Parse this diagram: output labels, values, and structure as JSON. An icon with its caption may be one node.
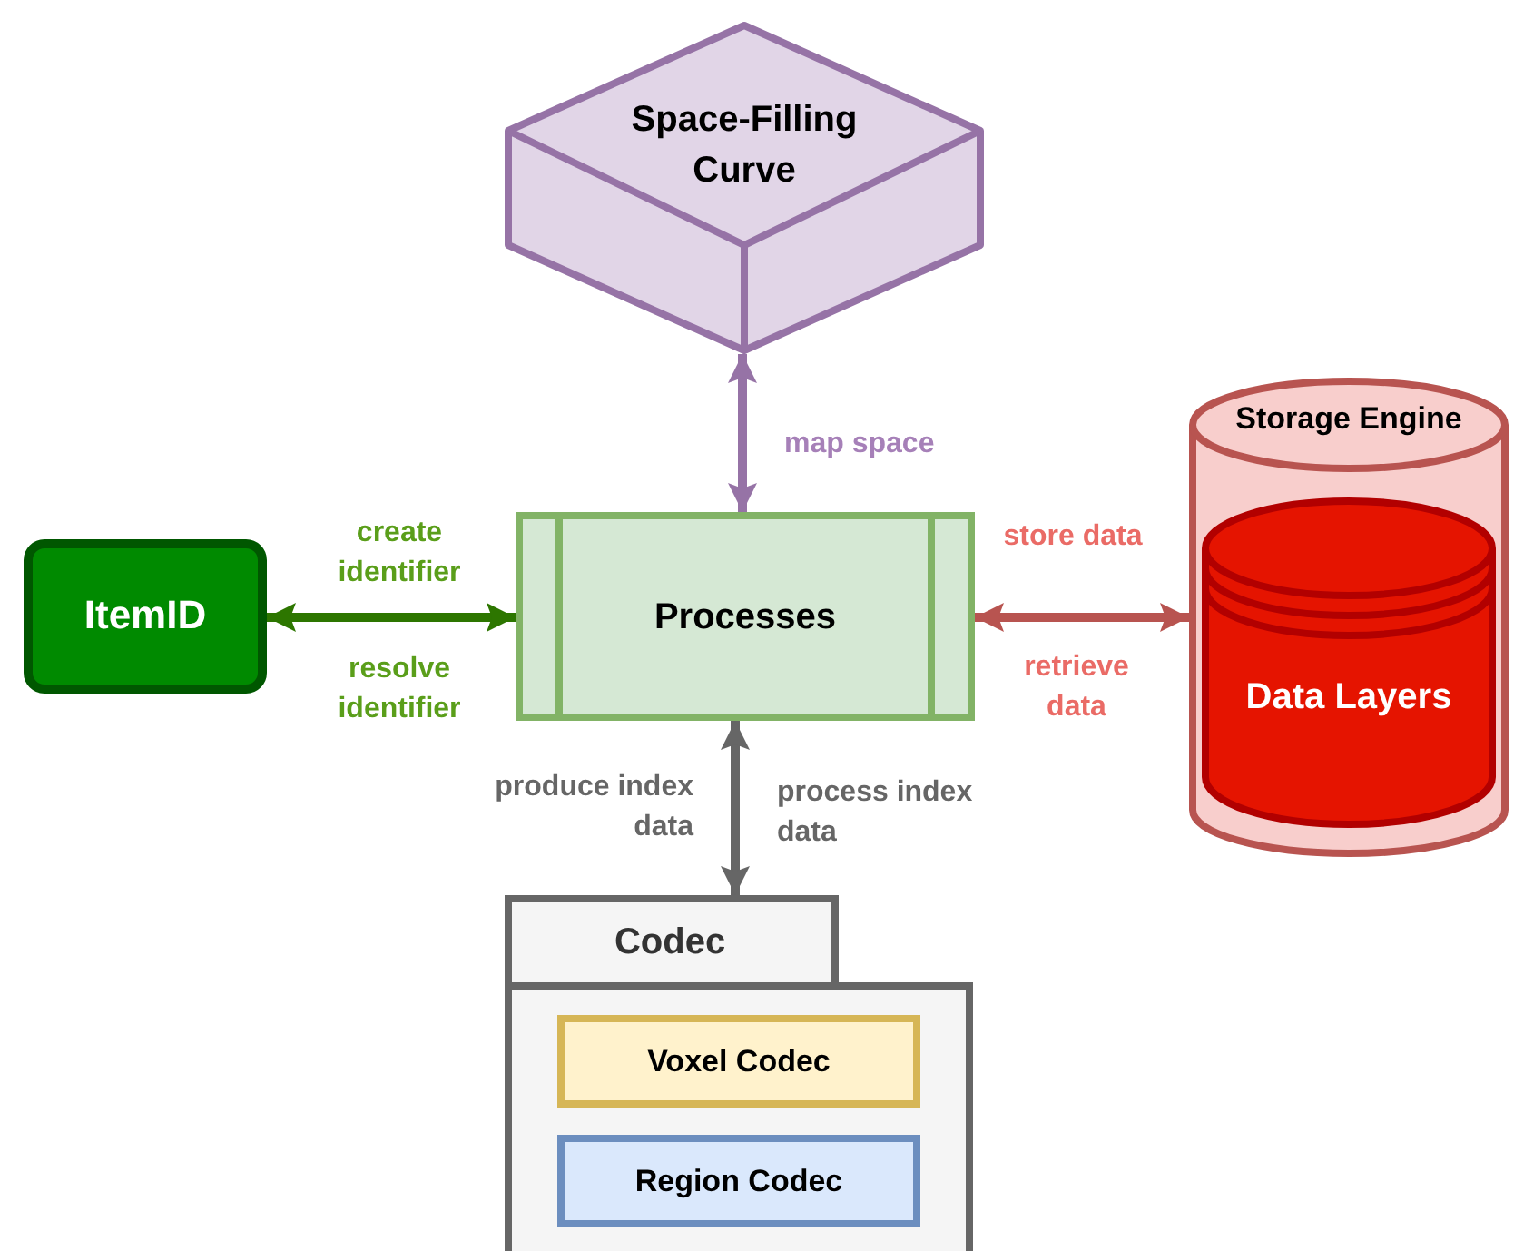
{
  "diagram": {
    "nodes": [
      {
        "text": [
          "Space-Filling Curve"
        ]
      },
      {
        "text": [
          "ItemID"
        ]
      },
      {
        "text": [
          "Processes"
        ]
      },
      {
        "text": [
          "Storage Engine"
        ]
      },
      {
        "text": [
          "Data Layers"
        ],
        "in": 3
      },
      {
        "text": [
          "Codec"
        ]
      },
      {
        "text": [
          "Voxel Codec"
        ],
        "in": 5
      },
      {
        "text": [
          "Region Codec"
        ],
        "in": 5
      }
    ],
    "edges": [
      {
        "from": 2,
        "to": 0,
        "arrow": "both",
        "label": "map space",
        "color": "#9673a6"
      },
      {
        "from": 1,
        "to": 2,
        "arrow": "both",
        "label": "create identifier",
        "color": "#2d7600"
      },
      {
        "from": 2,
        "to": 3,
        "arrow": "both",
        "label": "store data",
        "color": "#b85450"
      },
      {
        "from": 2,
        "to": 5,
        "arrow": "both",
        "label": "produce index data",
        "color": "#666666"
      }
    ],
    "labels": [
      "resolve identifier",
      "retrieve data",
      "process index data"
    ]
  }
}
